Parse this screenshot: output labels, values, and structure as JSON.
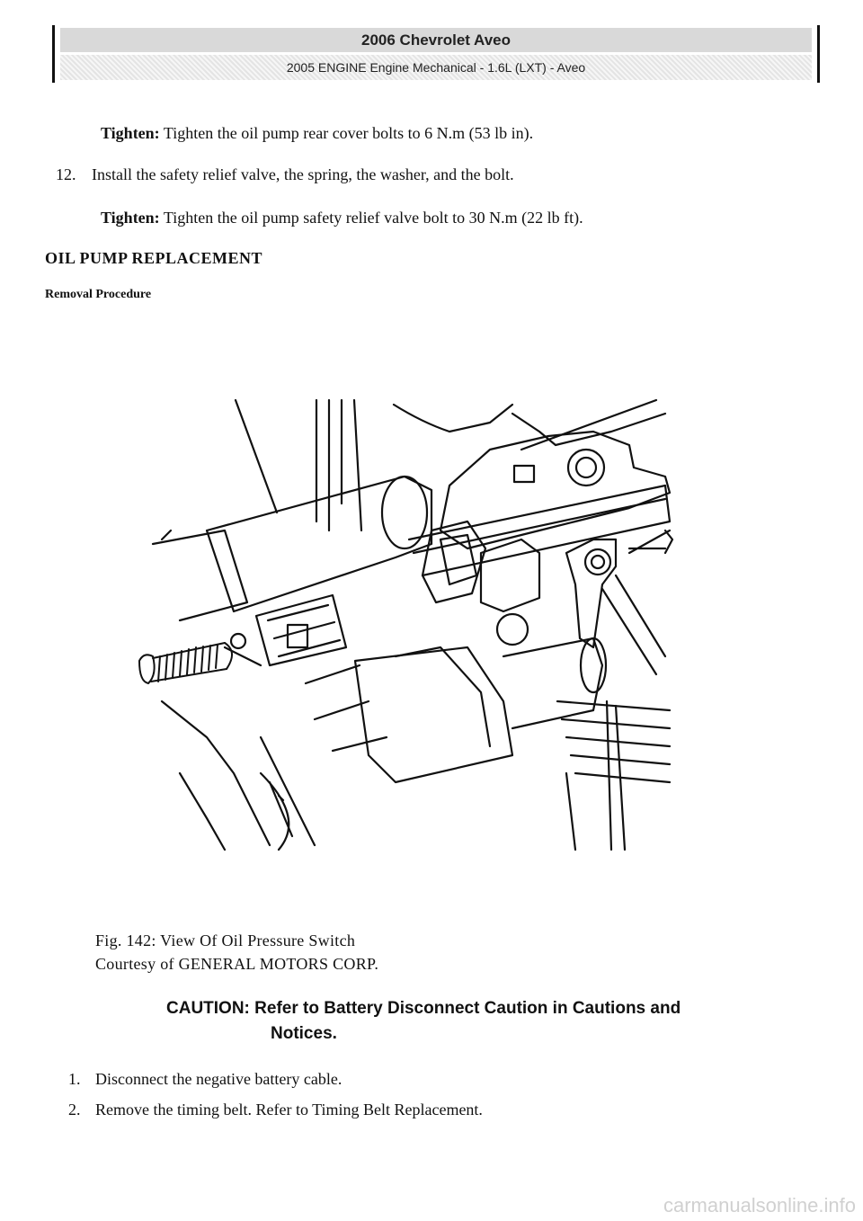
{
  "header": {
    "title": "2006 Chevrolet Aveo",
    "subtitle": "2005 ENGINE Engine Mechanical - 1.6L (LXT) - Aveo"
  },
  "tighten_1": {
    "label": "Tighten:",
    "text": "Tighten the oil pump rear cover bolts to 6 N.m (53 lb in)."
  },
  "step_12": {
    "number": "12.",
    "text": "Install the safety relief valve, the spring, the washer, and the bolt."
  },
  "tighten_2": {
    "label": "Tighten:",
    "text": "Tighten the oil pump safety relief valve bolt to 30 N.m (22 lb ft)."
  },
  "section": {
    "title": "OIL PUMP REPLACEMENT",
    "subtitle": "Removal Procedure"
  },
  "figure": {
    "caption": "Fig. 142: View Of Oil Pressure Switch",
    "courtesy": "Courtesy of GENERAL MOTORS CORP."
  },
  "caution": {
    "label": "CAUTION:",
    "text_line1": "Refer to Battery Disconnect Caution in Cautions and",
    "text_line2": "Notices."
  },
  "steps": [
    {
      "number": "1.",
      "text": "Disconnect the negative battery cable."
    },
    {
      "number": "2.",
      "text": "Remove the timing belt. Refer to Timing Belt Replacement."
    }
  ],
  "watermark": "carmanualsonline.info"
}
